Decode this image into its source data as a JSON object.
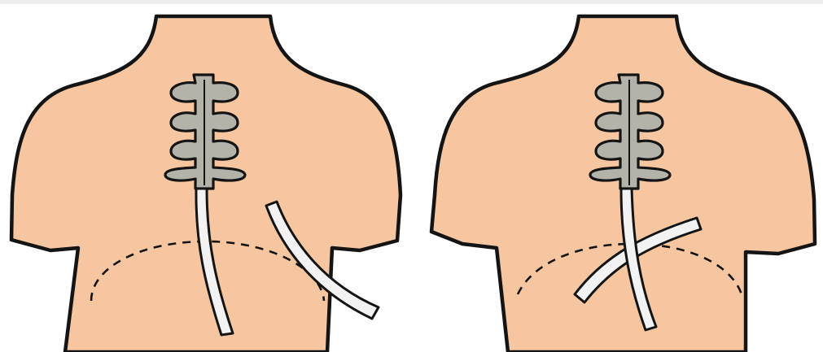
{
  "figure": {
    "panels": [
      {
        "id": "left",
        "elements": [
          "torso",
          "spine",
          "feeding-tube",
          "second-tube",
          "diaphragm-line"
        ]
      },
      {
        "id": "right",
        "elements": [
          "torso",
          "spine",
          "feeding-tube",
          "second-tube",
          "diaphragm-line"
        ]
      }
    ],
    "colors": {
      "skin": "#f6c6a1",
      "outline": "#141414",
      "spine": "#b3b3a9",
      "tube": "#f2f2f2",
      "background": "#ffffff"
    }
  }
}
